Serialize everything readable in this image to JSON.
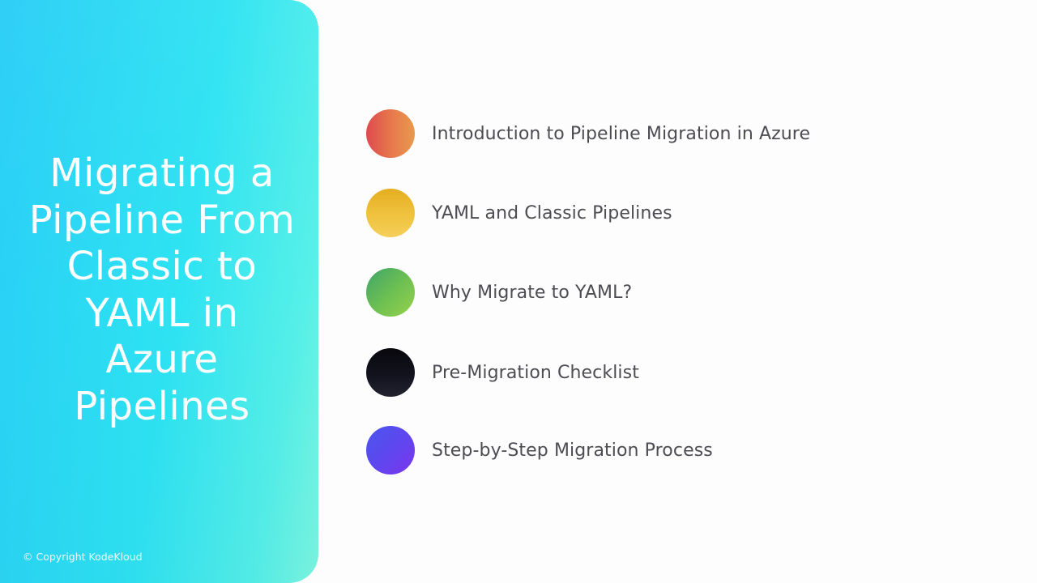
{
  "slide": {
    "title_lines": [
      "Migrating a",
      "Pipeline From",
      "Classic to",
      "YAML in",
      "Azure",
      "Pipelines"
    ],
    "copyright": "© Copyright KodeKloud",
    "agenda": [
      {
        "label": "Introduction to Pipeline Migration in Azure",
        "color": "#e4664c"
      },
      {
        "label": "YAML and Classic Pipelines",
        "color": "#efc13c"
      },
      {
        "label": "Why Migrate to YAML?",
        "color": "#6bbf52"
      },
      {
        "label": "Pre-Migration Checklist",
        "color": "#111119"
      },
      {
        "label": "Step-by-Step Migration Process",
        "color": "#5e47ee"
      }
    ],
    "colors": {
      "panel_gradient_start": "#28cdf6",
      "panel_gradient_end": "#7ef7e0",
      "text_dark": "#4c4c52",
      "background": "#fdfdfe"
    }
  }
}
